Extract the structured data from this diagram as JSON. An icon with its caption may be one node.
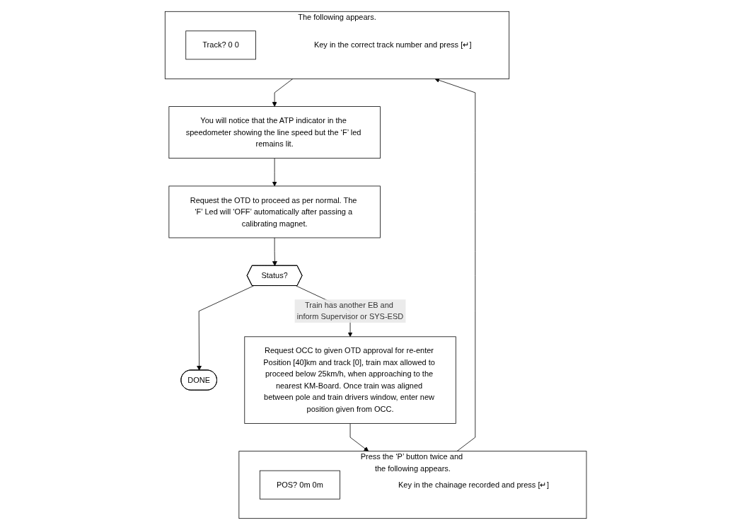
{
  "diagram": {
    "nodes": [
      {
        "text": [
          "Press the ‘P’ button twice and the following appears.",
          "Key in the chainage recorded and press [↵]"
        ]
      },
      {
        "text": [
          "POS? 0m 0m"
        ],
        "in": 0
      },
      {
        "text": [
          "The following appears.",
          "Key in the correct track number and press [↵]"
        ]
      },
      {
        "text": [
          "Track? 0 0"
        ],
        "in": 2
      },
      {
        "text": [
          "You will notice that the ATP indicator in the speedometer showing the line speed but the ‘F’ led remains lit."
        ]
      },
      {
        "text": [
          "Request the OTD to proceed as per normal. The ‘F’ Led will ‘OFF’ automatically after passing a calibrating magnet."
        ]
      },
      {
        "text": [
          "Status?"
        ]
      },
      {
        "text": [
          "DONE"
        ]
      },
      {
        "text": [
          "Request OCC to given OTD approval for re-enter Position [40]km and track [0], train max allowed to proceed below 25km/h, when approaching to the nearest KM-Board. Once train was aligned between pole and train drivers window, enter new position given from OCC."
        ]
      }
    ],
    "edges": [
      {
        "from": 0,
        "to": 2,
        "arrow": "to"
      },
      {
        "from": 2,
        "to": 4,
        "arrow": "to"
      },
      {
        "from": 4,
        "to": 5,
        "arrow": "to"
      },
      {
        "from": 5,
        "to": 6,
        "arrow": "to"
      },
      {
        "from": 6,
        "to": 7,
        "arrow": "to"
      },
      {
        "from": 6,
        "to": 8,
        "arrow": "to",
        "label": "Train has another EB and inform Supervisor or SYS-ESD"
      },
      {
        "from": 8,
        "to": 0,
        "arrow": "to"
      }
    ]
  }
}
